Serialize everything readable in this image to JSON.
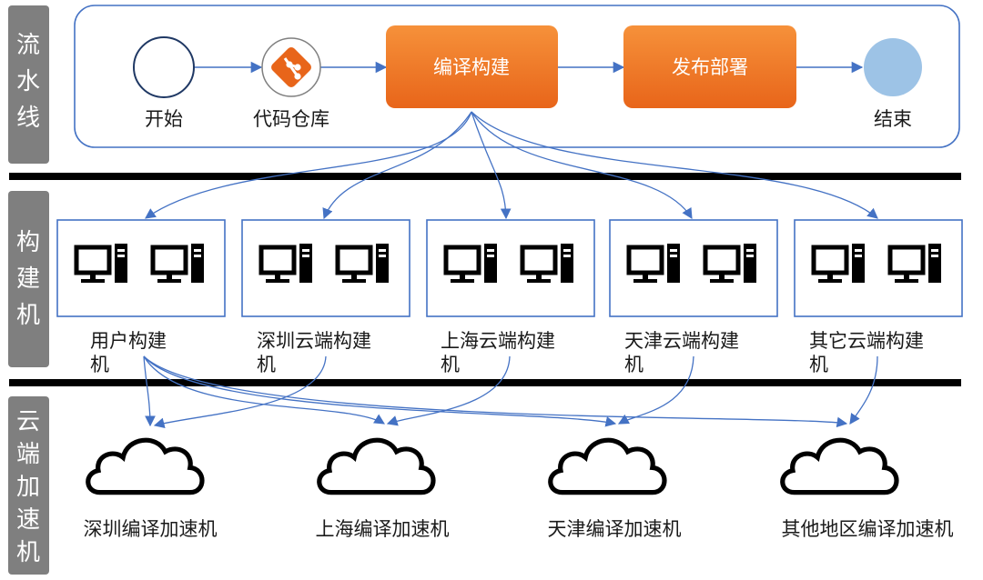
{
  "sections": {
    "pipeline": [
      "流",
      "水",
      "线"
    ],
    "builders": [
      "构",
      "建",
      "机"
    ],
    "accelerators": [
      "云",
      "端",
      "加",
      "速",
      "机"
    ]
  },
  "pipeline": {
    "start": "开始",
    "repo": "代码仓库",
    "build": "编译构建",
    "deploy": "发布部署",
    "end": "结束"
  },
  "builders": [
    {
      "line1": "用户构建",
      "line2": "机"
    },
    {
      "line1": "深圳云端构建",
      "line2": "机"
    },
    {
      "line1": "上海云端构建",
      "line2": "机"
    },
    {
      "line1": "天津云端构建",
      "line2": "机"
    },
    {
      "line1": "其它云端构建",
      "line2": "机"
    }
  ],
  "accelerators": [
    "深圳编译加速机",
    "上海编译加速机",
    "天津编译加速机",
    "其他地区编译加速机"
  ],
  "colors": {
    "orange": "#ef7522",
    "blue_line": "#4472c4",
    "end_node": "#9dc3e6",
    "side_bar": "#7f7f7f"
  },
  "icons": {
    "repo": "git-icon",
    "machine": "desktop-computer-icon",
    "cloud": "cloud-icon"
  }
}
